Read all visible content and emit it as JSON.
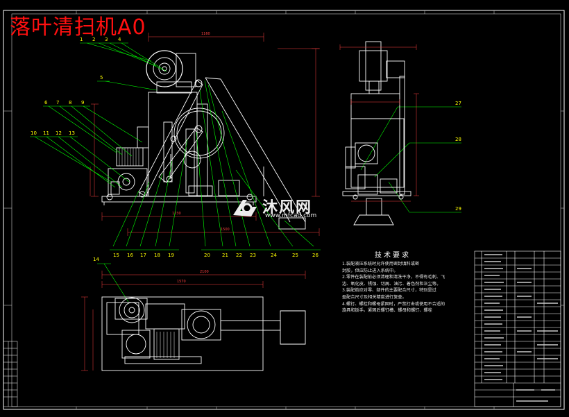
{
  "drawing": {
    "title": "落叶清扫机A0",
    "tech_requirements_title": "技术要求",
    "tech_requirements": [
      "1.装配液压系统时允许使用密封填料或密",
      "  封胶，但应防止进入系统中。",
      "2.零件在装配前必须清理和清洗干净，不得有毛刺、飞",
      "  边、氧化皮、锈蚀、切屑、油污、着色剂和灰尘等。",
      "3.装配前应对零、部件的主要配合尺寸，特别是过",
      "  盈配合尺寸及相关精度进行复查。",
      "4.螺钉、螺栓和螺母紧固时，严禁打击或使用不合适的",
      "  旋具和扳手。紧固后螺钉槽、螺母和螺钉、螺栓"
    ],
    "part_labels": [
      "1",
      "2",
      "3",
      "4",
      "5",
      "6",
      "7",
      "8",
      "9",
      "10",
      "11",
      "12",
      "13",
      "14",
      "15",
      "16",
      "17",
      "18",
      "19",
      "20",
      "21",
      "22",
      "23",
      "24",
      "25",
      "26",
      "27",
      "28",
      "29"
    ],
    "watermark": {
      "brand": "沐风网",
      "url": "www.mfcad.com"
    },
    "colors": {
      "background": "#000000",
      "title": "#ff1010",
      "leader": "#00ff00",
      "outline": "#ffffff",
      "dimension": "#ff4040",
      "label": "#ffff00",
      "frame": "#ffffff"
    }
  }
}
